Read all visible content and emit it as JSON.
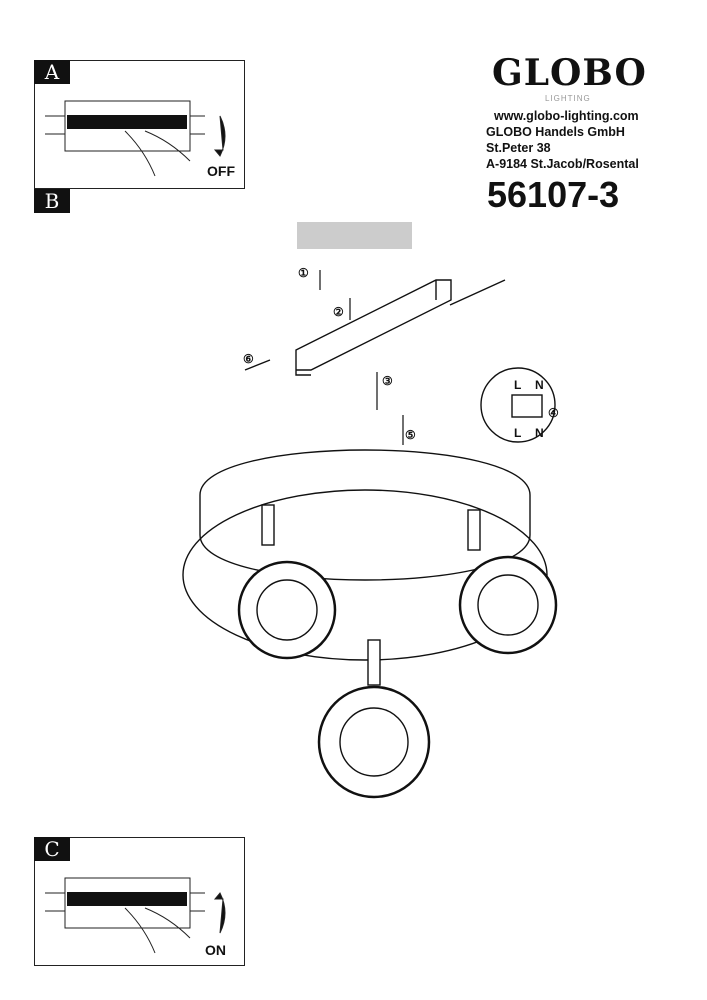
{
  "brand": {
    "name": "GLOBO",
    "sub": "LIGHTING"
  },
  "address": [
    "www.globo-lighting.com",
    "GLOBO Handels GmbH",
    "St.Peter 38",
    "A-9184 St.Jacob/Rosental"
  ],
  "model": "56107-3",
  "panels": {
    "a": {
      "tag": "A",
      "state": "OFF"
    },
    "b": {
      "tag": "B"
    },
    "c": {
      "tag": "C",
      "state": "ON"
    }
  },
  "steps": [
    "①",
    "②",
    "③",
    "④",
    "⑤",
    "⑥"
  ],
  "terminal": {
    "l": "L",
    "n": "N"
  }
}
